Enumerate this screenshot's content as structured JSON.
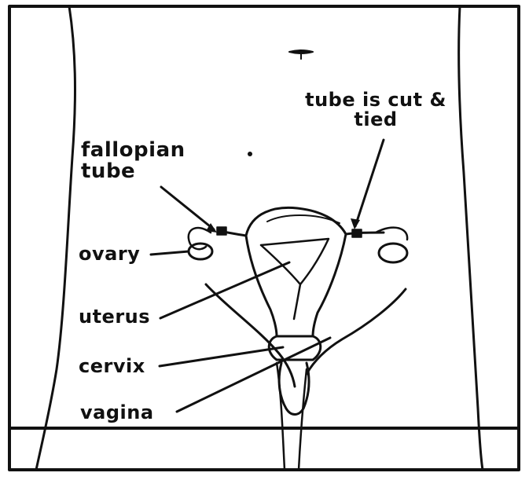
{
  "labels": {
    "fallopian_tube": "fallopian tube",
    "tube_cut": "tube is cut & tied",
    "ovary": "ovary",
    "uterus": "uterus",
    "cervix": "cervix",
    "vagina": "vagina"
  },
  "caption": "",
  "colors": {
    "ink": "#111111",
    "background": "#ffffff"
  }
}
